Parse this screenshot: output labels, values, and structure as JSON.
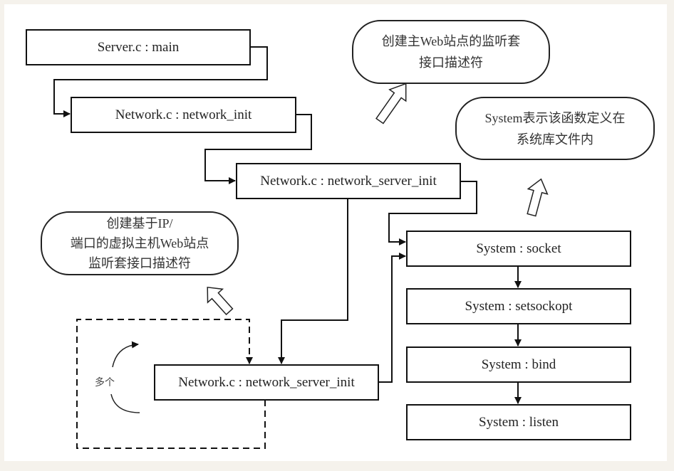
{
  "diagram": {
    "nodes": {
      "server_main": "Server.c : main",
      "network_init": "Network.c : network_init",
      "network_server_init_main": "Network.c : network_server_init",
      "network_server_init_vhost": "Network.c : network_server_init",
      "socket": "System : socket",
      "setsockopt": "System : setsockopt",
      "bind": "System : bind",
      "listen": "System : listen"
    },
    "notes": {
      "main_site": [
        "创建主Web站点的监听套",
        "接口描述符"
      ],
      "system_note": [
        "System表示该函数定义在",
        "系统库文件内"
      ],
      "vhost_note": [
        "创建基于IP/",
        "端口的虚拟主机Web站点",
        "监听套接口描述符"
      ]
    },
    "loop_label": "多个"
  }
}
